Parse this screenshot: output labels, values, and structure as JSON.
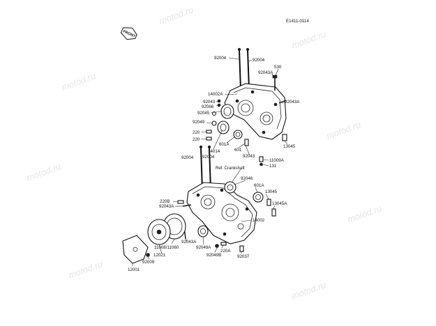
{
  "diagram_code": "E1411-0114",
  "front_label": "FRONT",
  "watermark": "motod.ru",
  "upper_labels": {
    "l92004_a": "92004",
    "l92004_b": "92004",
    "l530": "530",
    "l92043A_a": "92043A",
    "l14002A": "14002A",
    "l92043_a": "92043",
    "l92066": "92066",
    "l92045": "92045",
    "l92049": "92049",
    "l92043A_b": "92043A",
    "l220_a": "220",
    "l220_b": "220",
    "l601A_a": "601A",
    "l601": "601",
    "l14014": "14014",
    "l92043_b": "92043",
    "l13045_a": "13045",
    "l11009A": "11009A",
    "l131": "131",
    "l92004_c": "92004",
    "l92004_d": "92004"
  },
  "lower_labels": {
    "ref_crankshaft": "Ref. Crankshaft",
    "l92046": "92046",
    "l601A_b": "601A",
    "l220B": "220B",
    "l92043A_c": "92043A",
    "l13045_b": "13045",
    "l13045A": "13045A",
    "l14002": "14002",
    "l92043A_d": "92043A",
    "l11008_11060": "11008/11060",
    "l92049A": "92049A",
    "l220A": "220A",
    "l12021": "12021",
    "l92049B": "92049B",
    "l92037": "92037",
    "l92009": "92009",
    "l12001": "12001"
  }
}
